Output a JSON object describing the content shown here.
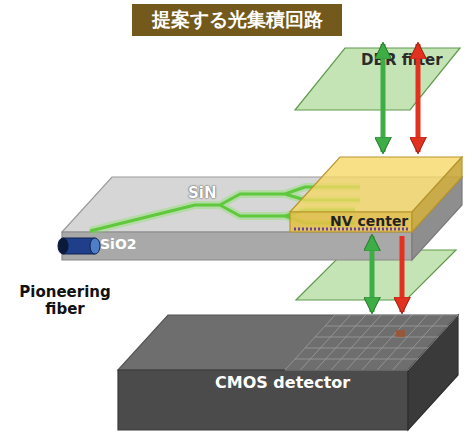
{
  "diagram": {
    "title": "提案する光集積回路",
    "nodes": [
      {
        "text": [
          "DBR filter"
        ]
      },
      {
        "text": [
          "NV center"
        ]
      },
      {
        "text": [
          "SiO2"
        ]
      },
      {
        "text": [
          "Pioneering fiber"
        ]
      },
      {
        "text": [
          "CMOS detector"
        ]
      }
    ],
    "edges": [
      {
        "from": 1,
        "to": 0,
        "arrow": "both"
      },
      {
        "from": 1,
        "to": 0,
        "arrow": "both"
      },
      {
        "from": 1,
        "to": 4,
        "arrow": "both"
      },
      {
        "from": 1,
        "to": 4,
        "arrow": "to"
      }
    ],
    "labels": [
      "SiN"
    ]
  }
}
